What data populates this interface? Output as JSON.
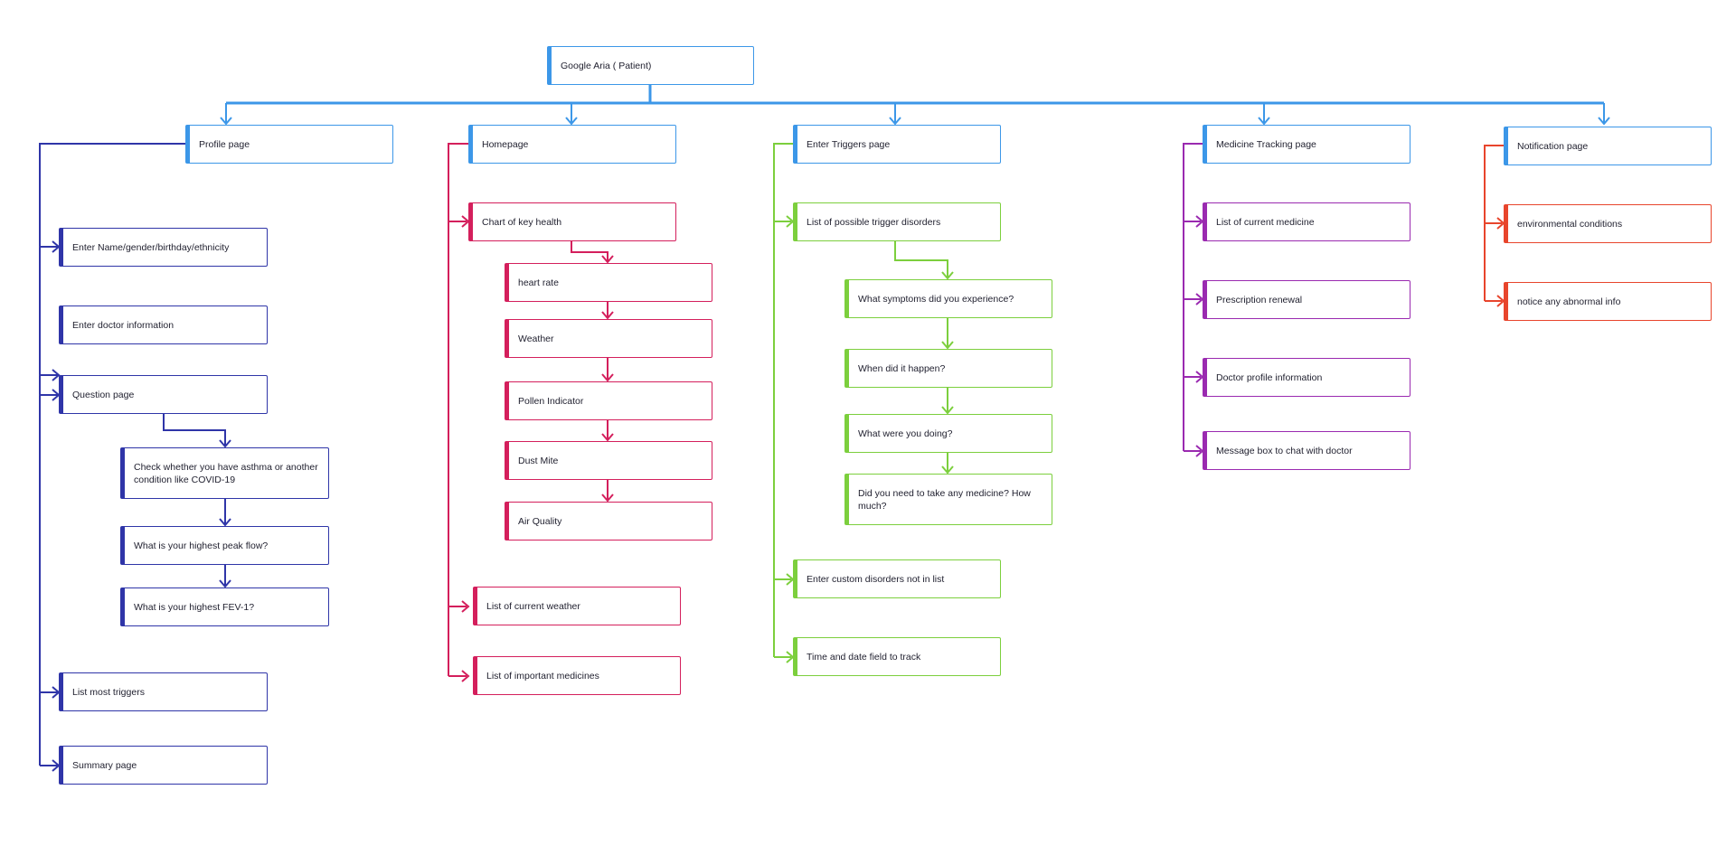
{
  "colors": {
    "root": "#3c97e8",
    "profile": "#2f35a8",
    "homepage": "#d41f5c",
    "triggers": "#7ccf3d",
    "medicine": "#9a2ab0",
    "notification": "#e8452c"
  },
  "root": {
    "label": "Google Aria ( Patient)"
  },
  "branches": {
    "profile": {
      "label": "Profile page",
      "items": {
        "name": "Enter Name/gender/birthday/ethnicity",
        "doctor": "Enter doctor information",
        "question": "Question page",
        "triggers": "List most triggers",
        "summary": "Summary page"
      },
      "questions": {
        "asthma": "Check whether you have asthma or another condition like COVID-19",
        "peak_flow": "What is your highest peak flow?",
        "fev1": "What is your highest FEV-1?"
      }
    },
    "homepage": {
      "label": "Homepage",
      "chart": "Chart of key health",
      "chart_items": {
        "heart_rate": "heart rate",
        "weather": "Weather",
        "pollen": "Pollen Indicator",
        "dust_mite": "Dust Mite",
        "air_quality": "Air Quality"
      },
      "weather_list": "List of current weather",
      "medicines_list": "List of important medicines"
    },
    "triggers": {
      "label": "Enter Triggers page",
      "possible": "List of possible trigger disorders",
      "questions": {
        "symptoms": "What symptoms did you experience?",
        "when": "When did it happen?",
        "doing": "What were you doing?",
        "medicine": "Did you need to take any medicine? How much?"
      },
      "custom": "Enter custom disorders not in list",
      "time_date": "Time and date field to track"
    },
    "medicine": {
      "label": "Medicine Tracking page",
      "items": {
        "current": "List of current medicine",
        "renewal": "Prescription renewal",
        "doctor_profile": "Doctor profile information",
        "message": "Message box to chat with doctor"
      }
    },
    "notification": {
      "label": "Notification page",
      "items": {
        "environmental": "environmental conditions",
        "abnormal": "notice any abnormal info"
      }
    }
  }
}
